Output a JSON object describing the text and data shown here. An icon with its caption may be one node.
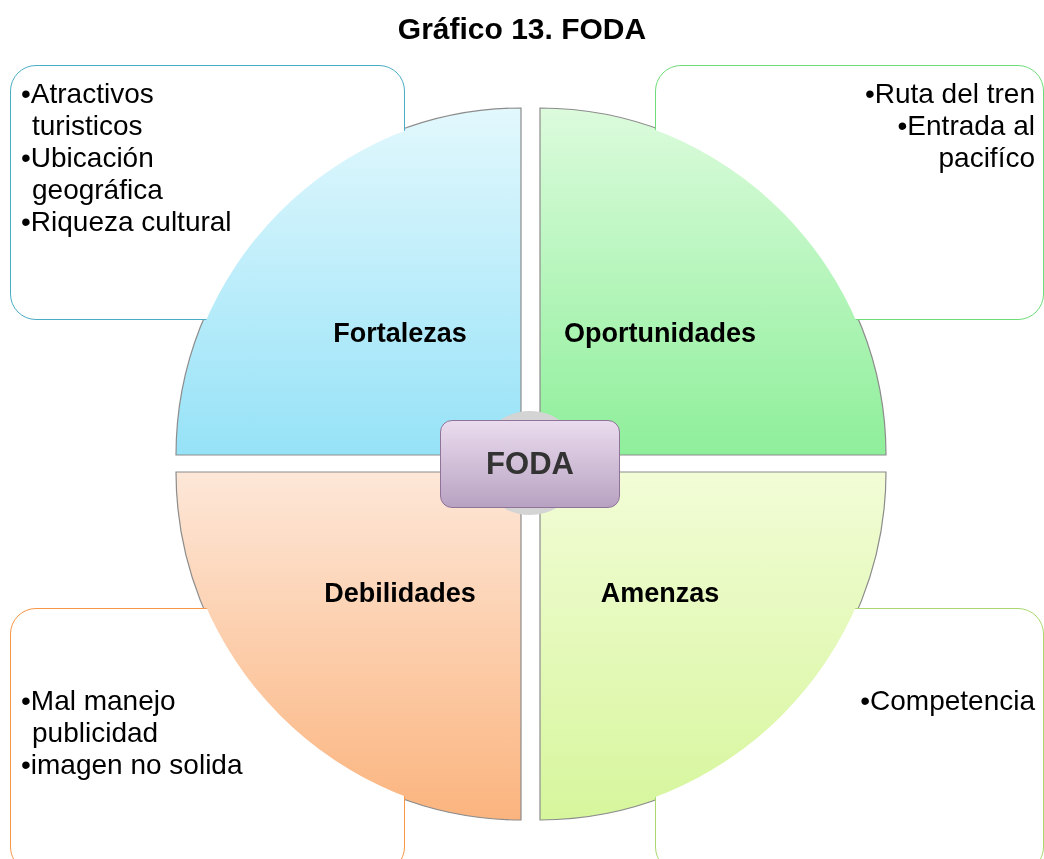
{
  "diagram": {
    "title": "Gráfico 13. FODA",
    "nodes": [
      {
        "text": [
          "•Atractivos turisticos",
          "•Ubicación geográfica",
          "•Riqueza cultural"
        ]
      },
      {
        "text": [
          "•Ruta del tren",
          "•Entrada al pacifíco"
        ]
      },
      {
        "text": [
          "Fortalezas"
        ]
      },
      {
        "text": [
          "Oportunidades"
        ]
      },
      {
        "text": [
          "FODA"
        ]
      },
      {
        "text": [
          "Debilidades"
        ]
      },
      {
        "text": [
          "Amenzas"
        ]
      },
      {
        "text": [
          "•Mal manejo publicidad",
          "•imagen no solida"
        ]
      },
      {
        "text": [
          "•Competencia"
        ]
      }
    ],
    "edges": []
  }
}
